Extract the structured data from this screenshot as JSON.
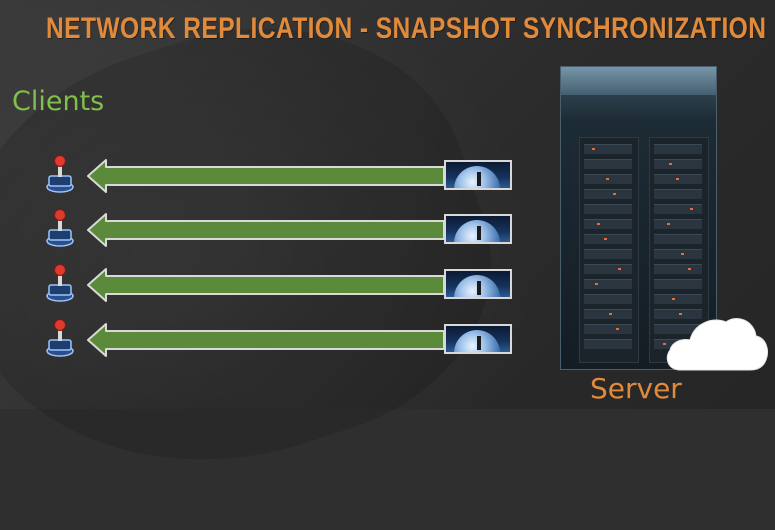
{
  "title": "Network Replication - Snapshot Synchronization",
  "clients_label": "Clients",
  "server_label": "Server",
  "colors": {
    "title": "#e08a3c",
    "clients_label": "#7fbf4a",
    "server_label": "#e08a3c",
    "arrow_fill": "#5a8a3a",
    "arrow_stroke": "#d9d9d9"
  },
  "client_rows": [
    {
      "icon": "joystick-icon",
      "arrow": "arrow-left",
      "snapshot": "snapshot-thumbnail"
    },
    {
      "icon": "joystick-icon",
      "arrow": "arrow-left",
      "snapshot": "snapshot-thumbnail"
    },
    {
      "icon": "joystick-icon",
      "arrow": "arrow-left",
      "snapshot": "snapshot-thumbnail"
    },
    {
      "icon": "joystick-icon",
      "arrow": "arrow-left",
      "snapshot": "snapshot-thumbnail"
    }
  ],
  "server_icon": "server-rack-icon",
  "cloud_icon": "cloud-icon"
}
